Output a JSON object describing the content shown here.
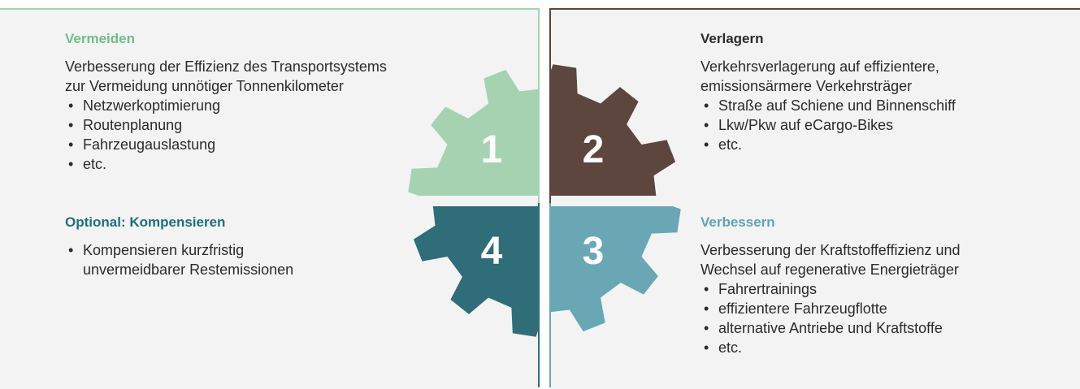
{
  "quadrants": {
    "vermeiden": {
      "number": "1",
      "heading": "Vermeiden",
      "desc_lines": [
        "Verbesserung der Effizienz des Transportsystems",
        "zur Vermeidung unnötiger Tonnenkilometer"
      ],
      "items": [
        "Netzwerkoptimierung",
        "Routenplanung",
        "Fahrzeugauslastung",
        "etc."
      ],
      "color": "#a5d3b2"
    },
    "verlagern": {
      "number": "2",
      "heading": "Verlagern",
      "desc_lines": [
        "Verkehrsverlagerung auf effizientere,",
        "emissionsärmere Verkehrsträger"
      ],
      "items": [
        "Straße auf Schiene und Binnenschiff",
        "Lkw/Pkw auf eCargo-Bikes",
        "etc."
      ],
      "color": "#5c463d"
    },
    "verbessern": {
      "number": "3",
      "heading": "Verbessern",
      "desc_lines": [
        "Verbesserung der Kraftstoffeffizienz und",
        "Wechsel auf regenerative Energieträger"
      ],
      "items": [
        "Fahrertrainings",
        "effizientere Fahrzeugflotte",
        "alternative Antriebe und Kraftstoffe",
        "etc."
      ],
      "color": "#69a7b4"
    },
    "kompensieren": {
      "number": "4",
      "heading": "Optional: Kompensieren",
      "items": [
        "Kompensieren kurzfristig unvermeidbarer Restemissionen"
      ],
      "color": "#2f6e78"
    }
  }
}
